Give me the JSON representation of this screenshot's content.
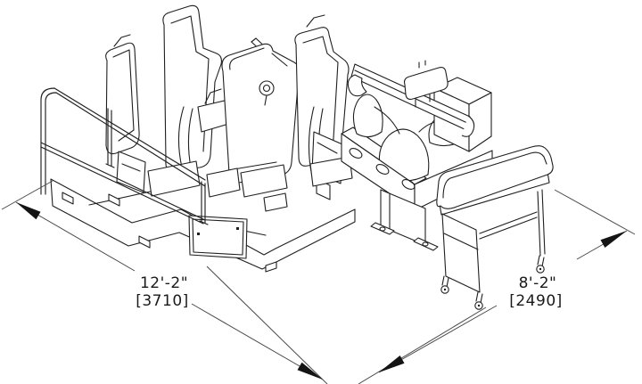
{
  "drawing": {
    "background_color": "#ffffff",
    "line_color": "#1f1f1f",
    "dimension_line_color": "#4a4a4a"
  },
  "dimensions": {
    "width": {
      "imperial": "12'-2\"",
      "metric": "[3710]"
    },
    "depth": {
      "imperial": "8'-2\"",
      "metric": "[2490]"
    }
  }
}
